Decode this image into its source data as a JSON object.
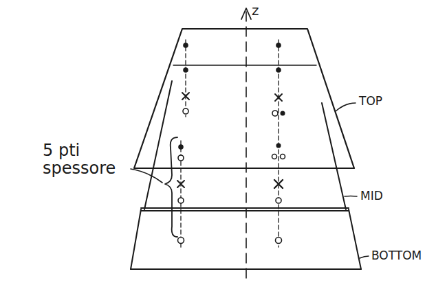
{
  "diagram": {
    "labels": [
      "z",
      "TOP",
      "5 pti spessore",
      "MID",
      "BOTTOM"
    ]
  }
}
